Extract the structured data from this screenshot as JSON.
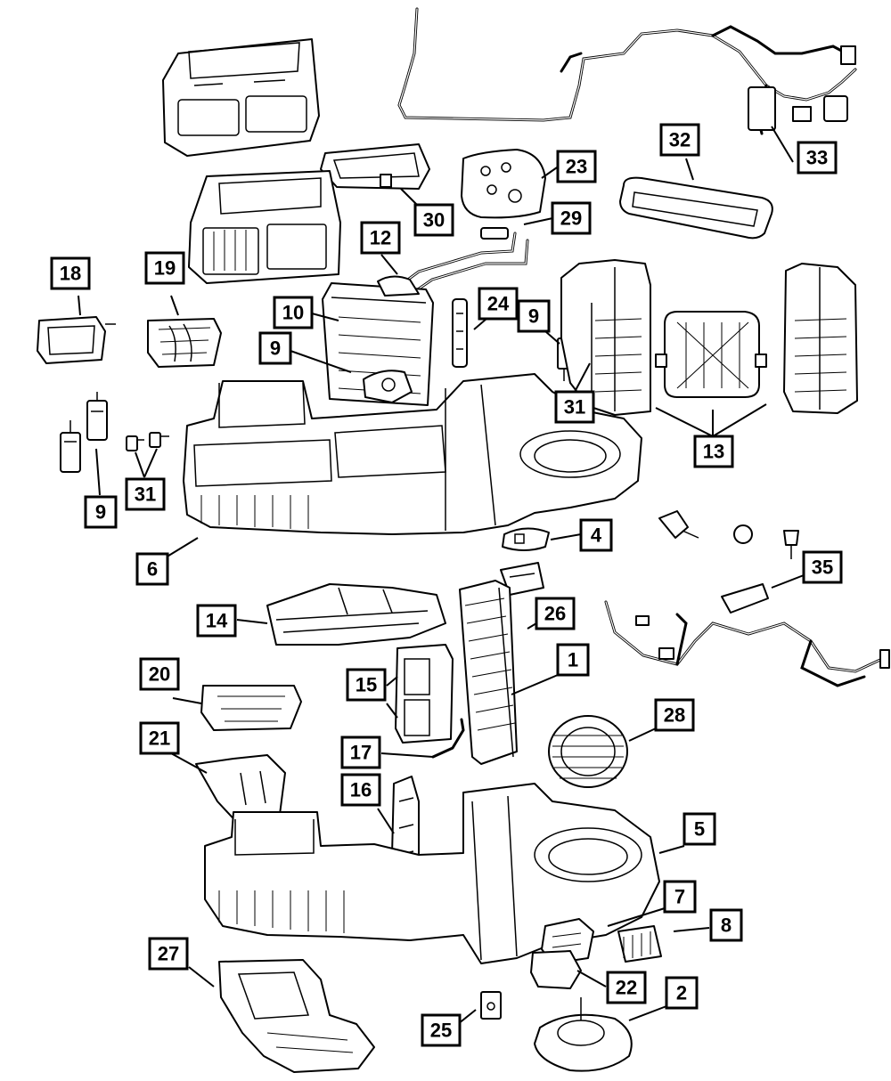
{
  "callouts": [
    {
      "id": "c1",
      "label": "1"
    },
    {
      "id": "c2",
      "label": "2"
    },
    {
      "id": "c4",
      "label": "4"
    },
    {
      "id": "c5",
      "label": "5"
    },
    {
      "id": "c6",
      "label": "6"
    },
    {
      "id": "c7",
      "label": "7"
    },
    {
      "id": "c8",
      "label": "8"
    },
    {
      "id": "c9a",
      "label": "9"
    },
    {
      "id": "c9b",
      "label": "9"
    },
    {
      "id": "c9c",
      "label": "9"
    },
    {
      "id": "c10",
      "label": "10"
    },
    {
      "id": "c12",
      "label": "12"
    },
    {
      "id": "c13",
      "label": "13"
    },
    {
      "id": "c14",
      "label": "14"
    },
    {
      "id": "c15",
      "label": "15"
    },
    {
      "id": "c16",
      "label": "16"
    },
    {
      "id": "c17",
      "label": "17"
    },
    {
      "id": "c18",
      "label": "18"
    },
    {
      "id": "c19",
      "label": "19"
    },
    {
      "id": "c20",
      "label": "20"
    },
    {
      "id": "c21",
      "label": "21"
    },
    {
      "id": "c22",
      "label": "22"
    },
    {
      "id": "c23",
      "label": "23"
    },
    {
      "id": "c24",
      "label": "24"
    },
    {
      "id": "c25",
      "label": "25"
    },
    {
      "id": "c26",
      "label": "26"
    },
    {
      "id": "c27",
      "label": "27"
    },
    {
      "id": "c28",
      "label": "28"
    },
    {
      "id": "c29",
      "label": "29"
    },
    {
      "id": "c30",
      "label": "30"
    },
    {
      "id": "c31a",
      "label": "31"
    },
    {
      "id": "c31b",
      "label": "31"
    },
    {
      "id": "c32",
      "label": "32"
    },
    {
      "id": "c33",
      "label": "33"
    },
    {
      "id": "c35",
      "label": "35"
    }
  ]
}
